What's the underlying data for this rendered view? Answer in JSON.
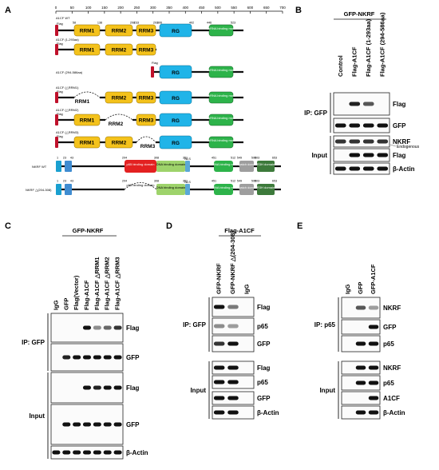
{
  "panel_a": {
    "letter": "A",
    "ruler": {
      "min": 0,
      "max": 700,
      "ticks": [
        0,
        50,
        100,
        150,
        200,
        250,
        300,
        350,
        400,
        450,
        500,
        550,
        600,
        650,
        700
      ]
    },
    "flag_label": "Flag",
    "constructs": [
      {
        "name": "A1CF WT"
      },
      {
        "name": "A1CF (1-293aa)"
      },
      {
        "name": "A1CF (294-586aa)"
      },
      {
        "name": "A1CF (△RRM1)",
        "deleted_label": "RRM1"
      },
      {
        "name": "A1CF (△RRM2)",
        "deleted_label": "RRM2"
      },
      {
        "name": "A1CF (△RRM3)",
        "deleted_label": "RRM3"
      },
      {
        "name": "NKRF WT"
      },
      {
        "name": "NKRF △(204-308)"
      }
    ],
    "domain_labels": {
      "rrm1": "RRM1",
      "rrm2": "RRM2",
      "rrm3": "RRM3",
      "rg": "RG",
      "dsrbm": "dsRNA binding motif",
      "p65": "p65 binding domain",
      "dna": "DNA binding domain",
      "nls": "NLS",
      "dsrbm_nkrf": "dsRNA binding motif",
      "g_patch": "G-patch domain",
      "r3h": "R3H domain",
      "p65_deleted": "p65 binding domain"
    },
    "position_numbers": {
      "a1cf": [
        "58",
        "138",
        "208",
        "233",
        "293",
        "306",
        "402",
        "446",
        "523"
      ],
      "nkrf": [
        "1",
        "23",
        "43",
        "204",
        "308",
        "351",
        "451",
        "512",
        "549",
        "595",
        "603",
        "653"
      ]
    },
    "colors": {
      "rrm": "#f4c21b",
      "rg": "#20b4e8",
      "dsrbm": "#2db34a",
      "p65": "#e32121",
      "dna": "#9ed36b",
      "nls": "#5aa8d6",
      "g_patch": "#9e9e9e",
      "r3h": "#3d7a3b",
      "flag": "#c0112b",
      "gfp_n": "#1aa0d0",
      "nkrf_d2": "#3f8cd1"
    }
  },
  "panel_b": {
    "letter": "B",
    "header": "GFP-NKRF",
    "lanes": [
      "Control",
      "Flag-A1CF",
      "Flag-A1CF (1-293aa)",
      "Flag-A1CF (294-586aa)"
    ],
    "ip_label": "IP: GFP",
    "input_label": "Input",
    "blots": [
      {
        "label": "Flag",
        "group": "ip",
        "bands": [
          0,
          0.9,
          0.6,
          0
        ]
      },
      {
        "label": "GFP",
        "group": "ip",
        "bands": [
          1,
          1,
          1,
          1
        ]
      },
      {
        "label": "NKRF",
        "group": "input",
        "bands": [
          0.8,
          0.8,
          0.8,
          0.8
        ],
        "note": "Endogenous"
      },
      {
        "label": "Flag",
        "group": "input",
        "bands": [
          0,
          1,
          1,
          1
        ]
      },
      {
        "label": "β-Actin",
        "group": "input",
        "bands": [
          1,
          1,
          1,
          1
        ]
      }
    ]
  },
  "panel_c": {
    "letter": "C",
    "header": "GFP-NKRF",
    "lanes": [
      "IgG",
      "GFP",
      "Flag(Vector)",
      "Flag-A1CF",
      "Flag-A1CF △RRM1",
      "Flag-A1CF △RRM2",
      "Flag-A1CF △RRM3"
    ],
    "ip_label": "IP: GFP",
    "input_label": "Input",
    "blots": [
      {
        "label": "Flag",
        "group": "ip",
        "bands": [
          0,
          0,
          0,
          1,
          0.3,
          0.5,
          0.8
        ]
      },
      {
        "label": "GFP",
        "group": "ip",
        "bands": [
          0,
          0.9,
          1,
          1,
          1,
          1,
          1
        ]
      },
      {
        "label": "Flag",
        "group": "input",
        "bands": [
          0,
          0,
          0,
          1,
          0.9,
          1,
          1
        ]
      },
      {
        "label": "GFP",
        "group": "input",
        "bands": [
          0,
          1,
          1,
          1,
          1,
          1,
          1
        ]
      },
      {
        "label": "β-Actin",
        "group": "input",
        "bands": [
          1,
          1,
          1,
          1,
          1,
          1,
          1
        ]
      }
    ]
  },
  "panel_d": {
    "letter": "D",
    "header": "Flag-A1CF",
    "lanes": [
      "GFP-NKRF",
      "GFP-NKRF △(204-308)",
      "IgG"
    ],
    "ip_label": "IP: GFP",
    "input_label": "Input",
    "blots": [
      {
        "label": "Flag",
        "group": "ip",
        "bands": [
          1,
          0.4,
          0
        ]
      },
      {
        "label": "p65",
        "group": "ip",
        "bands": [
          0.3,
          0.2,
          0
        ]
      },
      {
        "label": "GFP",
        "group": "ip",
        "bands": [
          0.8,
          1,
          0
        ]
      },
      {
        "label": "Flag",
        "group": "input",
        "bands": [
          1,
          1,
          0
        ]
      },
      {
        "label": "p65",
        "group": "input",
        "bands": [
          1,
          1,
          0
        ]
      },
      {
        "label": "GFP",
        "group": "input",
        "bands": [
          1,
          1,
          0
        ]
      },
      {
        "label": "β-Actin",
        "group": "input",
        "bands": [
          1,
          1,
          0
        ]
      }
    ]
  },
  "panel_e": {
    "letter": "E",
    "lanes": [
      "IgG",
      "GFP",
      "GFP-A1CF"
    ],
    "ip_label": "IP: p65",
    "input_label": "Input",
    "blots": [
      {
        "label": "NKRF",
        "group": "ip",
        "bands": [
          0,
          0.6,
          0.2
        ]
      },
      {
        "label": "GFP",
        "group": "ip",
        "bands": [
          0,
          0,
          1
        ]
      },
      {
        "label": "p65",
        "group": "ip",
        "bands": [
          0,
          1,
          1
        ]
      },
      {
        "label": "NKRF",
        "group": "input",
        "bands": [
          0,
          1,
          1
        ]
      },
      {
        "label": "p65",
        "group": "input",
        "bands": [
          0,
          1,
          1
        ]
      },
      {
        "label": "A1CF",
        "group": "input",
        "bands": [
          0,
          0,
          1
        ]
      },
      {
        "label": "β-Actin",
        "group": "input",
        "bands": [
          0,
          1,
          1
        ]
      }
    ]
  }
}
